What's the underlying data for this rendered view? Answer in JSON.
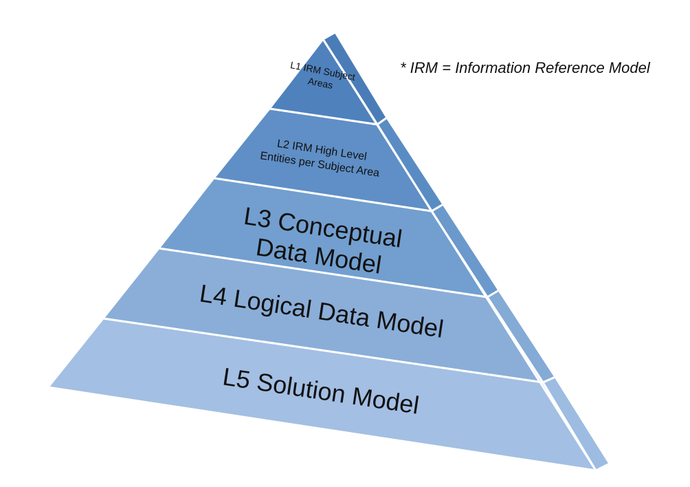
{
  "footnote": "* IRM = Information Reference Model",
  "colors": {
    "front": [
      "#4f81bd",
      "#5f8fc6",
      "#729fcf",
      "#8aaed8",
      "#a3bfe3"
    ],
    "side": [
      "#4a7db7",
      "#5a8cc4",
      "#6b99cc",
      "#84aad6",
      "#9dbce1"
    ],
    "divider": "#ffffff"
  },
  "levels": [
    {
      "lines": [
        "L1 IRM Subject",
        "Areas"
      ]
    },
    {
      "lines": [
        "L2 IRM High Level",
        "Entities per Subject Area"
      ]
    },
    {
      "lines": [
        "L3 Conceptual",
        "Data Model"
      ]
    },
    {
      "lines": [
        "L4 Logical Data Model"
      ]
    },
    {
      "lines": [
        "L5 Solution Model"
      ]
    }
  ]
}
